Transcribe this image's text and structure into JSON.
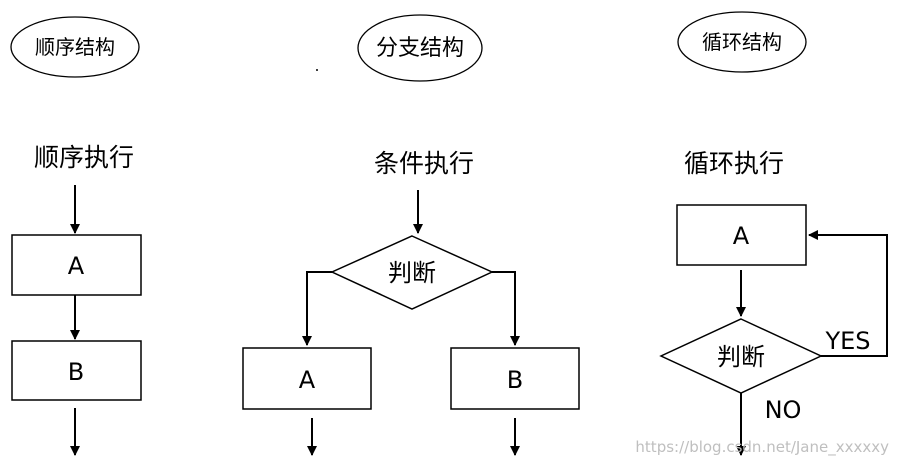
{
  "structures": {
    "sequence": {
      "title": "顺序结构",
      "heading": "顺序执行",
      "box_a": "A",
      "box_b": "B"
    },
    "branch": {
      "title": "分支结构",
      "heading": "条件执行",
      "decision": "判断",
      "box_a": "A",
      "box_b": "B"
    },
    "loop": {
      "title": "循环结构",
      "heading": "循环执行",
      "box_a": "A",
      "decision": "判断",
      "yes": "YES",
      "no": "NO"
    }
  },
  "watermark": "https://blog.csdn.net/Jane_xxxxxy",
  "colors": {
    "stroke": "#000000",
    "background": "#ffffff",
    "watermark": "#bfbfbf"
  }
}
